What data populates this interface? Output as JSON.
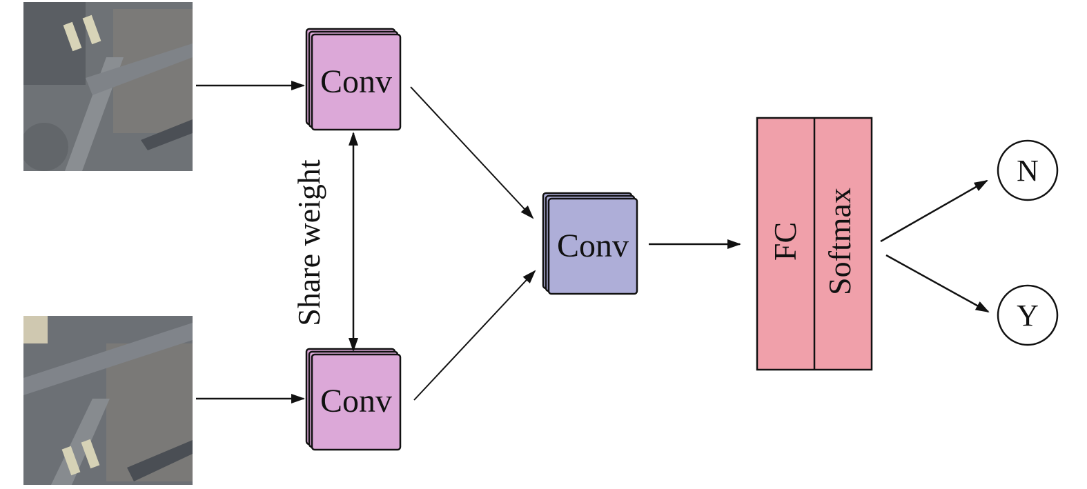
{
  "inputs": [
    {
      "icon": "aerial-image-icon",
      "desc": "satellite patch"
    },
    {
      "icon": "aerial-image-icon",
      "desc": "satellite patch"
    }
  ],
  "conv_top": {
    "label": "Conv"
  },
  "conv_bottom": {
    "label": "Conv"
  },
  "conv_merge": {
    "label": "Conv"
  },
  "share_label": "Share weight",
  "fc_label": "FC",
  "softmax_label": "Softmax",
  "outputs": [
    {
      "label": "N"
    },
    {
      "label": "Y"
    }
  ],
  "colors": {
    "conv_branch": "#dca8d8",
    "conv_merge": "#aeaed8",
    "classifier": "#f0a0aa",
    "stroke": "#111111"
  }
}
